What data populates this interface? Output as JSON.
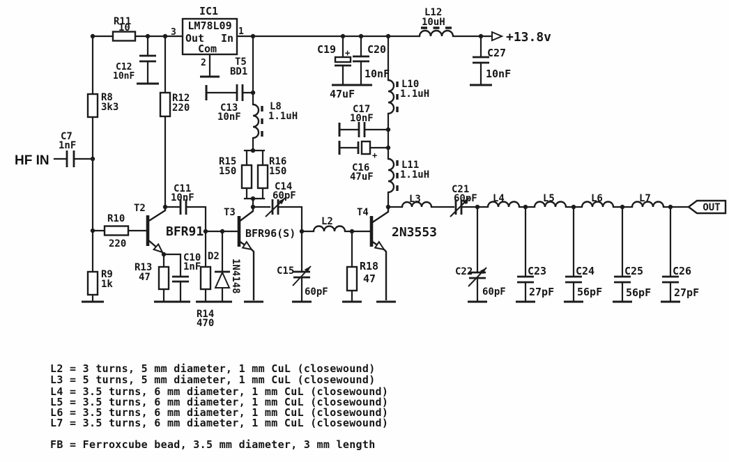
{
  "schematic": {
    "ports": {
      "input": "HF IN",
      "output": "OUT",
      "supply": "+13.8v"
    },
    "ic1": {
      "ref": "IC1",
      "part": "LM78L09",
      "pin_out": "Out",
      "pin_in": "In",
      "pin_com": "Com",
      "pin3": "3",
      "pin1": "1",
      "pin2": "2"
    },
    "t5": {
      "ref": "T5",
      "part": "BD1"
    },
    "transistors": {
      "t2": {
        "ref": "T2",
        "part": "BFR91"
      },
      "t3": {
        "ref": "T3",
        "part": "BFR96(S)"
      },
      "t4": {
        "ref": "T4",
        "part": "2N3553"
      }
    },
    "diodes": {
      "d2": {
        "ref": "D2",
        "part": "1N4148"
      }
    },
    "resistors": {
      "r8": {
        "ref": "R8",
        "value": "3k3"
      },
      "r9": {
        "ref": "R9",
        "value": "1k"
      },
      "r10": {
        "ref": "R10",
        "value": "220"
      },
      "r11": {
        "ref": "R11",
        "value": "10"
      },
      "r12": {
        "ref": "R12",
        "value": "220"
      },
      "r13": {
        "ref": "R13",
        "value": "47"
      },
      "r14": {
        "ref": "R14",
        "value": "470"
      },
      "r15": {
        "ref": "R15",
        "value": "150"
      },
      "r16": {
        "ref": "R16",
        "value": "150"
      },
      "r18": {
        "ref": "R18",
        "value": "47"
      }
    },
    "capacitors": {
      "c7": {
        "ref": "C7",
        "value": "1nF"
      },
      "c10": {
        "ref": "C10",
        "value": "1nF"
      },
      "c11": {
        "ref": "C11",
        "value": "10nF"
      },
      "c12": {
        "ref": "C12",
        "value": "10nF"
      },
      "c13": {
        "ref": "C13",
        "value": "10nF"
      },
      "c14": {
        "ref": "C14",
        "value": "60pF"
      },
      "c15": {
        "ref": "C15",
        "value": "60pF"
      },
      "c16": {
        "ref": "C16",
        "value": "47uF"
      },
      "c17": {
        "ref": "C17",
        "value": "10nF"
      },
      "c19": {
        "ref": "C19",
        "value": "47uF"
      },
      "c20": {
        "ref": "C20",
        "value": "10nF"
      },
      "c21": {
        "ref": "C21",
        "value": "60pF"
      },
      "c22": {
        "ref": "C22",
        "value": "60pF"
      },
      "c23": {
        "ref": "C23",
        "value": "27pF"
      },
      "c24": {
        "ref": "C24",
        "value": "56pF"
      },
      "c25": {
        "ref": "C25",
        "value": "56pF"
      },
      "c26": {
        "ref": "C26",
        "value": "27pF"
      },
      "c27": {
        "ref": "C27",
        "value": "10nF"
      }
    },
    "inductors": {
      "l2": {
        "ref": "L2"
      },
      "l3": {
        "ref": "L3"
      },
      "l4": {
        "ref": "L4"
      },
      "l5": {
        "ref": "L5"
      },
      "l6": {
        "ref": "L6"
      },
      "l7": {
        "ref": "L7"
      },
      "l8": {
        "ref": "L8",
        "value": "1.1uH"
      },
      "l10": {
        "ref": "L10",
        "value": "1.1uH"
      },
      "l11": {
        "ref": "L11",
        "value": "1.1uH"
      },
      "l12": {
        "ref": "L12",
        "value": "10uH"
      }
    },
    "polarity_mark": "+"
  },
  "notes": [
    "L2 = 3 turns, 5 mm diameter, 1 mm CuL (closewound)",
    "L3 = 5 turns, 5 mm diameter, 1 mm CuL (closewound)",
    "L4 = 3.5 turns, 6 mm diameter, 1 mm CuL (closewound)",
    "L5 = 3.5 turns, 6 mm diameter, 1 mm CuL (closewound)",
    "L6 = 3.5 turns, 6 mm diameter, 1 mm CuL (closewound)",
    "L7 = 3.5 turns, 6 mm diameter, 1 mm CuL (closewound)",
    "FB = Ferroxcube bead, 3.5 mm diameter, 3 mm length"
  ]
}
